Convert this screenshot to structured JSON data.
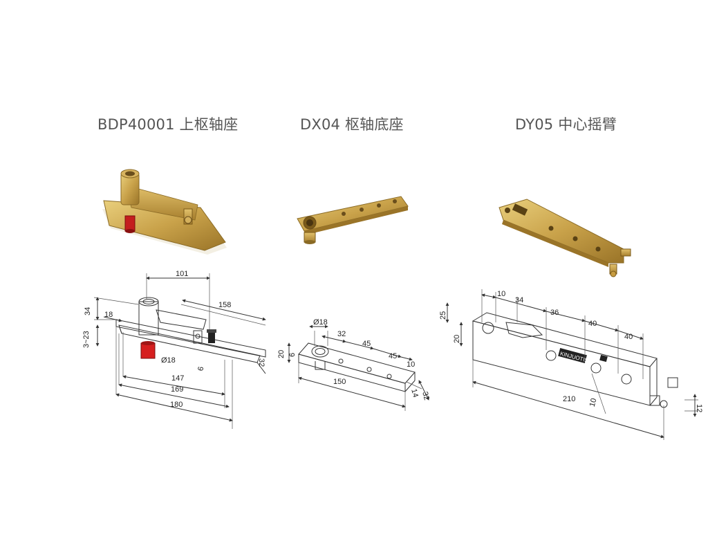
{
  "products": [
    {
      "title": "BDP40001 上枢轴座",
      "dimensions": [
        "101",
        "158",
        "34",
        "18",
        "3~23",
        "Ø18",
        "6",
        "147",
        "169",
        "180",
        "32"
      ]
    },
    {
      "title": "DX04 枢轴底座",
      "dimensions": [
        "Ø18",
        "32",
        "45",
        "45",
        "10",
        "20",
        "6",
        "150",
        "14",
        "32"
      ]
    },
    {
      "title": "DY05 中心摇臂",
      "dimensions": [
        "10",
        "34",
        "36",
        "40",
        "40",
        "25",
        "20",
        "10",
        "210",
        "12"
      ],
      "marking": "KINJUOTIS"
    }
  ],
  "colors": {
    "brass": "#c9a24a",
    "brass_dark": "#9a7428",
    "red_cap": "#d61f1f",
    "title_text": "#555555"
  }
}
